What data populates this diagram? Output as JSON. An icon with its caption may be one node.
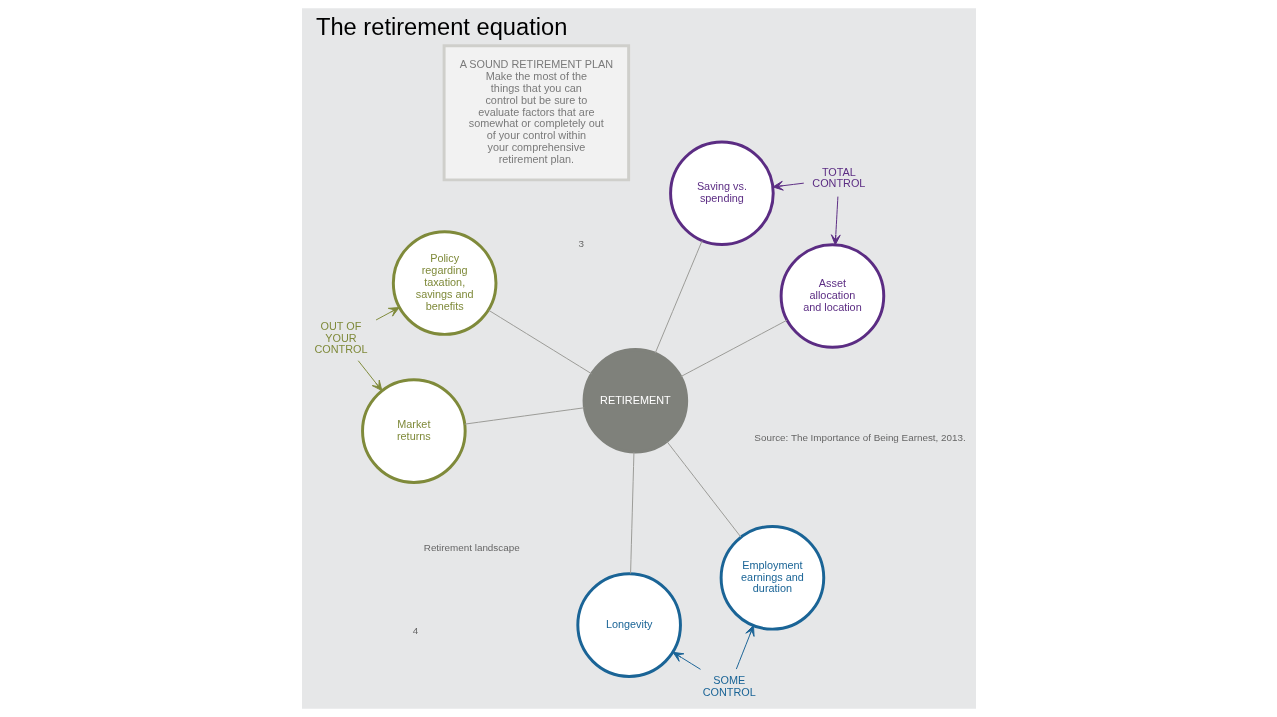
{
  "diagram": {
    "title": "The retirement equation",
    "nodes": [
      {
        "text": [
          "Asset allocation and location"
        ]
      },
      {
        "text": [
          "Saving vs. spending"
        ]
      },
      {
        "text": [
          "Market returns"
        ]
      },
      {
        "text": [
          "RETIREMENT"
        ]
      },
      {
        "text": [
          "Employment earnings and duration"
        ]
      },
      {
        "text": [
          "Policy regarding taxation, savings and benefits"
        ]
      },
      {
        "text": [
          "Longevity"
        ]
      },
      {
        "text": [
          "TOTAL CONTROL"
        ]
      },
      {
        "text": [
          "OUT OF YOUR CONTROL"
        ]
      },
      {
        "text": [
          "SOME CONTROL"
        ]
      },
      {
        "text": [
          "A SOUND RETIREMENT PLAN",
          "Make the most of the things that you can control but be sure to evaluate factors that are somewhat or completely out of your control within your comprehensive retirement plan."
        ]
      }
    ],
    "edges": [
      {
        "from": 3,
        "to": 0,
        "arrow": "none"
      },
      {
        "from": 3,
        "to": 1,
        "arrow": "none"
      },
      {
        "from": 3,
        "to": 2,
        "arrow": "none"
      },
      {
        "from": 3,
        "to": 4,
        "arrow": "none"
      },
      {
        "from": 3,
        "to": 5,
        "arrow": "none"
      },
      {
        "from": 3,
        "to": 6,
        "arrow": "none"
      },
      {
        "from": 7,
        "to": 0,
        "arrow": "to",
        "color": "#5b2c83"
      },
      {
        "from": 7,
        "to": 1,
        "arrow": "to",
        "color": "#5b2c83"
      },
      {
        "from": 8,
        "to": 2,
        "arrow": "to",
        "color": "#7f8a3a"
      },
      {
        "from": 8,
        "to": 5,
        "arrow": "to",
        "color": "#7f8a3a"
      },
      {
        "from": 9,
        "to": 4,
        "arrow": "to",
        "color": "#1a6496"
      },
      {
        "from": 9,
        "to": 6,
        "arrow": "to",
        "color": "#1a6496"
      }
    ],
    "labels": [
      "3",
      "Retirement landscape",
      "4",
      "Source: The Importance of Being Earnest, 2013."
    ]
  }
}
